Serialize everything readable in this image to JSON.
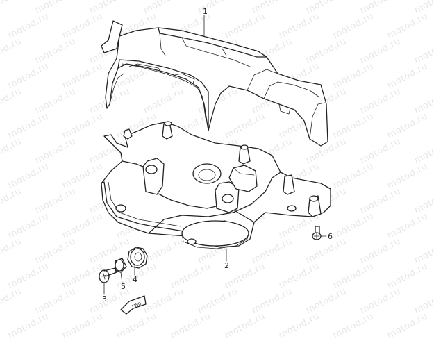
{
  "watermark": {
    "text": "motod.ru"
  },
  "parts": [
    {
      "id": "1",
      "label": "1"
    },
    {
      "id": "2",
      "label": "2"
    },
    {
      "id": "3",
      "label": "3"
    },
    {
      "id": "4",
      "label": "4"
    },
    {
      "id": "5",
      "label": "5"
    },
    {
      "id": "6",
      "label": "6"
    }
  ],
  "front_arrow": {
    "label": "FWD"
  }
}
